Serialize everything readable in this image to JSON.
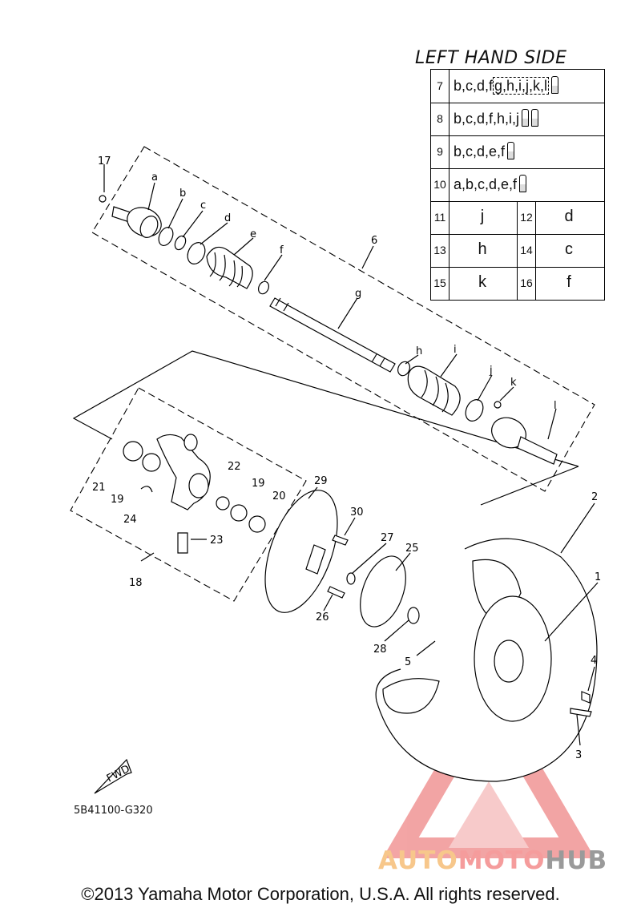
{
  "header": {
    "title": "LEFT HAND SIDE"
  },
  "legend": {
    "rows": [
      {
        "num": "7",
        "pre": "b,c,d,f",
        "boxed": "g,h,i,j,k,l",
        "tubes": 1
      },
      {
        "num": "8",
        "pre": "b,c,d,f,h,i,j",
        "boxed": "",
        "tubes": 2
      },
      {
        "num": "9",
        "pre": "b,c,d,e,f",
        "boxed": "",
        "tubes": 1
      },
      {
        "num": "10",
        "pre": "a,b,c,d,e,f",
        "boxed": "",
        "tubes": 1
      }
    ],
    "pairs": [
      {
        "n1": "11",
        "v1": "j",
        "n2": "12",
        "v2": "d"
      },
      {
        "n1": "13",
        "v1": "h",
        "n2": "14",
        "v2": "c"
      },
      {
        "n1": "15",
        "v1": "k",
        "n2": "16",
        "v2": "f"
      }
    ]
  },
  "callouts": {
    "n17": "17",
    "a": "a",
    "b": "b",
    "c": "c",
    "d": "d",
    "e": "e",
    "f": "f",
    "n6": "6",
    "g": "g",
    "h": "h",
    "i": "i",
    "j": "j",
    "k": "k",
    "l": "l",
    "n2": "2",
    "n1": "1",
    "n4": "4",
    "n3": "3",
    "n5": "5",
    "n21": "21",
    "n19a": "19",
    "n24": "24",
    "n22": "22",
    "n19b": "19",
    "n20": "20",
    "n23": "23",
    "n18": "18",
    "n29": "29",
    "n30": "30",
    "n27": "27",
    "n25": "25",
    "n26": "26",
    "n28": "28"
  },
  "fwd_label": "FWD",
  "diagram_code": "5B41100-G320",
  "watermark": {
    "part1": "AUTO",
    "part2": "MOTO",
    "part3": "HUB"
  },
  "copyright": "©2013 Yamaha Motor Corporation, U.S.A. All rights reserved."
}
